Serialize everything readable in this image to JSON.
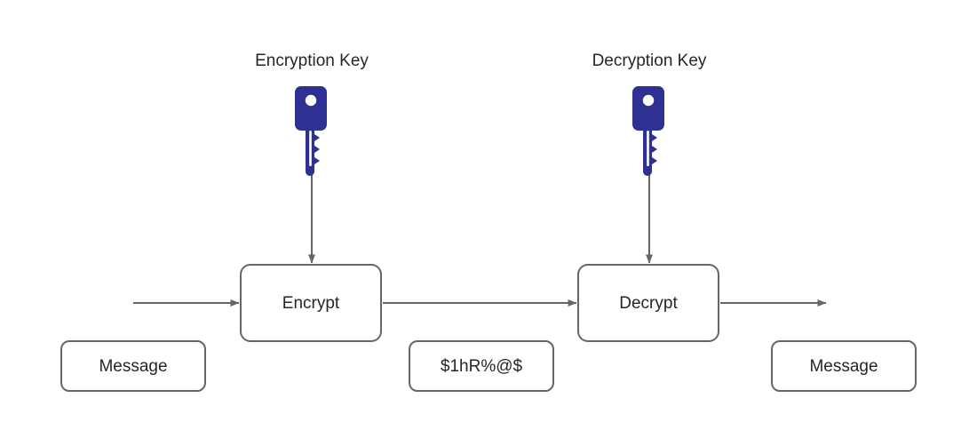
{
  "diagram": {
    "title": "symmetric-encryption-flow",
    "colors": {
      "key_fill": "#2E3192",
      "stroke": "#666666",
      "text": "#262626",
      "background": "#ffffff"
    },
    "labels": {
      "encryption_key": "Encryption Key",
      "decryption_key": "Decryption Key"
    },
    "nodes": {
      "encrypt": "Encrypt",
      "decrypt": "Decrypt",
      "plaintext_in": "Message",
      "ciphertext": "$1hR%@$",
      "plaintext_out": "Message"
    },
    "icons": {
      "encryption_key_icon": "key-icon",
      "decryption_key_icon": "key-icon"
    },
    "connectors": [
      {
        "name": "input-to-encrypt",
        "from": "Message",
        "to": "Encrypt"
      },
      {
        "name": "encrypt-to-decrypt",
        "from": "Encrypt",
        "to": "Decrypt"
      },
      {
        "name": "decrypt-to-output",
        "from": "Decrypt",
        "to": "Message"
      },
      {
        "name": "encryption-key-to-encrypt",
        "from": "Encryption Key",
        "to": "Encrypt"
      },
      {
        "name": "decryption-key-to-decrypt",
        "from": "Decryption Key",
        "to": "Decrypt"
      }
    ]
  }
}
